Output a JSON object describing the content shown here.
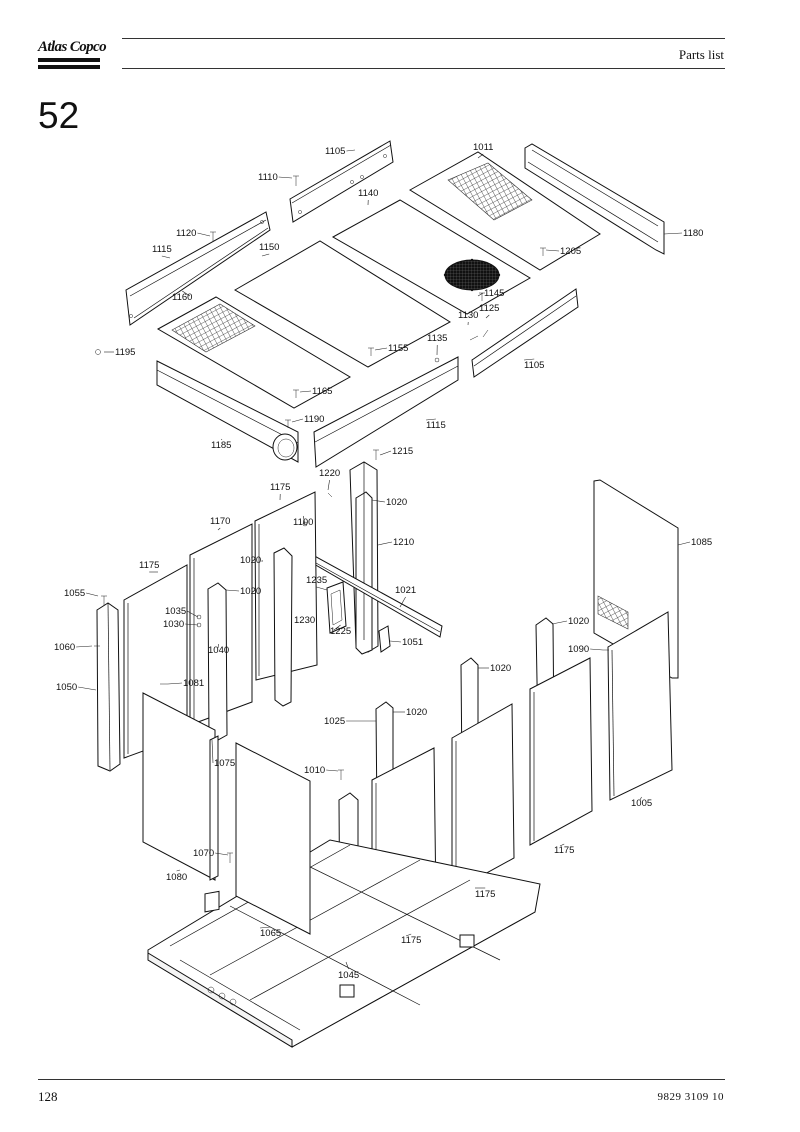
{
  "header": {
    "brand": "Atlas Copco",
    "title": "Parts list"
  },
  "section_number": "52",
  "footer": {
    "page_number": "128",
    "document_number": "9829  3109  10"
  },
  "callouts": [
    "1105",
    "1110",
    "1011",
    "1140",
    "1120",
    "1180",
    "1115",
    "1150",
    "1205",
    "1160",
    "1145",
    "1130",
    "1125",
    "1195",
    "1155",
    "1135",
    "1105",
    "1165",
    "1190",
    "1115",
    "1185",
    "1215",
    "1220",
    "1175",
    "1020",
    "1170",
    "1100",
    "1210",
    "1020",
    "1175",
    "1020",
    "1085",
    "1055",
    "1235",
    "1021",
    "1035",
    "1030",
    "1230",
    "1225",
    "1051",
    "1020",
    "1040",
    "1060",
    "1090",
    "1020",
    "1081",
    "1050",
    "1025",
    "1020",
    "1075",
    "1010",
    "1005",
    "1070",
    "1175",
    "1080",
    "1175",
    "1065",
    "1175",
    "1045"
  ]
}
